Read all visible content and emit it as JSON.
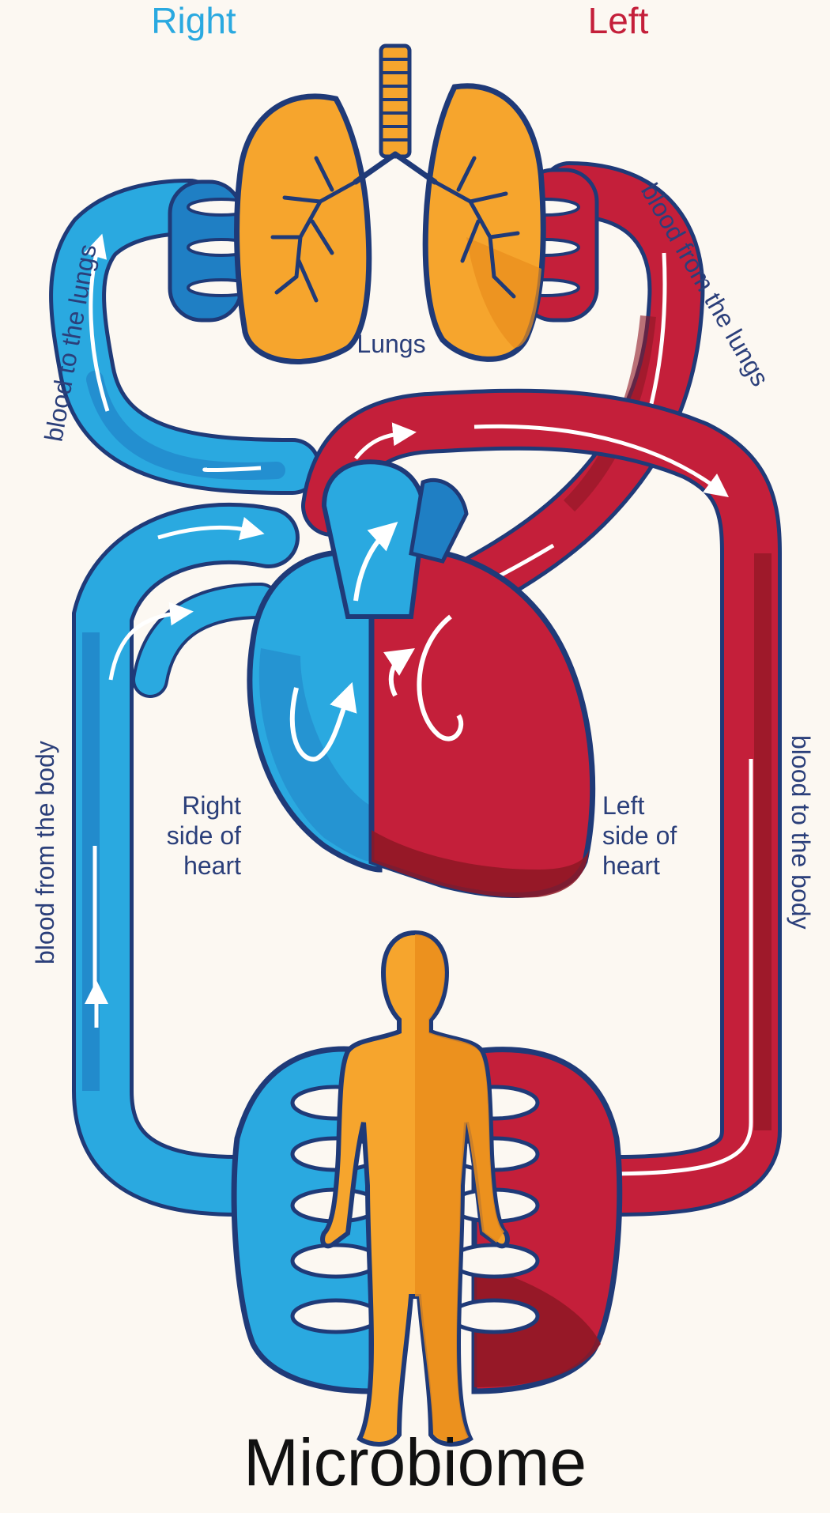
{
  "header": {
    "right_label": "Right",
    "left_label": "Left"
  },
  "labels": {
    "lungs": "Lungs",
    "blood_to_lungs": "blood to the lungs",
    "blood_from_lungs": "blood from the lungs",
    "blood_from_body": "blood from the body",
    "blood_to_body": "blood to the body",
    "right_side_heart": [
      "Right",
      "side of",
      "heart"
    ],
    "left_side_heart": [
      "Left",
      "side of",
      "heart"
    ]
  },
  "caption": "Microbiome",
  "colors": {
    "background": "#fcf8f2",
    "right_blue": "#2aa9e0",
    "right_blue_dark": "#1f7fc4",
    "left_red": "#c41f3a",
    "left_red_dark": "#8e1724",
    "outline": "#1f3a78",
    "organ_orange": "#f6a52d",
    "organ_orange_dark": "#ea8d1c"
  }
}
